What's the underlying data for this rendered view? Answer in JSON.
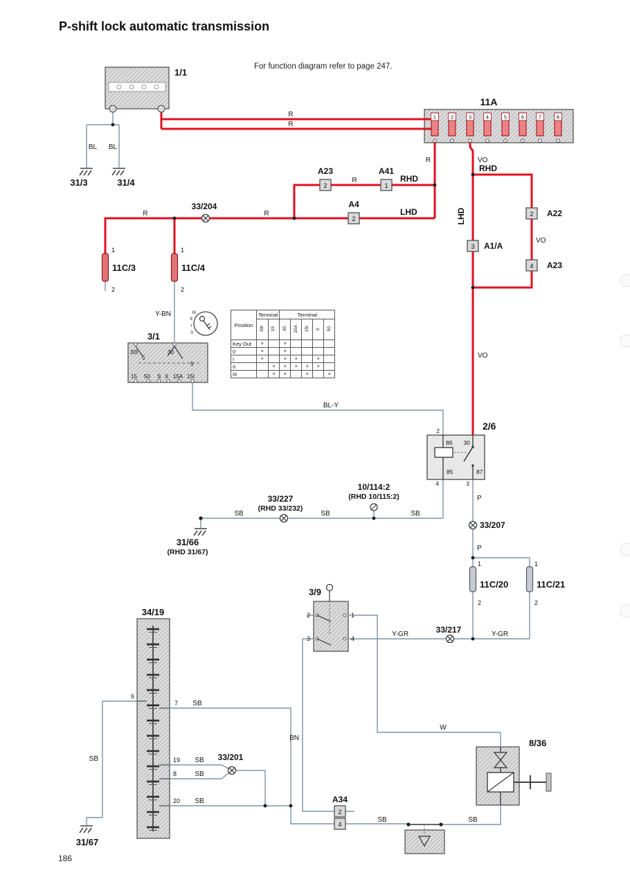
{
  "page": {
    "title": "P-shift lock automatic transmission",
    "note": "For function diagram refer to page 247.",
    "page_number": "186"
  },
  "colors": {
    "wire_red": "#e01020",
    "wire_thin": "#7b93a8",
    "component_fill": "#dcdcdc",
    "connector_red": "#e07575",
    "connector_gray": "#c6cbd0"
  },
  "components": {
    "battery": "1/1",
    "fusebox": "11A",
    "ground1": "31/3",
    "ground2": "31/4",
    "ignition": "3/1",
    "relay": "2/6",
    "selector": "34/19",
    "shiftlock_switch": "3/9",
    "solenoid": "8/36",
    "ground3": "31/66",
    "ground3b": "(RHD 31/67)",
    "ground4": "31/67",
    "conn_11c3": "11C/3",
    "conn_11c4": "11C/4",
    "conn_11c20": "11C/20",
    "conn_11c21": "11C/21",
    "conn_a23_top": "A23",
    "conn_a41": "A41",
    "conn_a4": "A4",
    "conn_a22": "A22",
    "conn_a1a": "A1/A",
    "conn_a23_right": "A23",
    "conn_a34": "A34",
    "splice_33_204": "33/204",
    "splice_33_227": "33/227",
    "splice_33_227b": "(RHD 33/232)",
    "splice_33_207": "33/207",
    "splice_33_217": "33/217",
    "splice_33_201": "33/201",
    "conn_10_114": "10/114:2",
    "conn_10_114b": "(RHD 10/115:2)",
    "rhd": "RHD",
    "lhd": "LHD"
  },
  "wire_labels": {
    "r": "R",
    "bl": "BL",
    "vo": "VO",
    "ybn": "Y-BN",
    "bly": "BL-Y",
    "sb": "SB",
    "p": "P",
    "ygr": "Y-GR",
    "bn": "BN",
    "w": "W"
  },
  "fuses": [
    "1",
    "2",
    "3",
    "4",
    "5",
    "6",
    "7",
    "8"
  ],
  "pins": {
    "n1": "1",
    "n2": "2",
    "n3": "3",
    "n4": "4",
    "n5": "5",
    "n6": "6",
    "n7": "7",
    "n8": "8",
    "n19": "19",
    "n20": "20",
    "t30i": "30I",
    "t15": "15",
    "t30": "30",
    "t15a": "15A",
    "t15i": "15I",
    "ts": "S",
    "tx": "X",
    "t50": "50",
    "t5": "5",
    "r86": "86",
    "r85": "85",
    "r30": "30",
    "r87": "87"
  },
  "key_positions": {
    "p0": "0",
    "p1": "I",
    "p2": "II",
    "p3": "III"
  },
  "ignition_table": {
    "position_header": "Position",
    "terminal_header": "Terminal",
    "terminals": [
      "30I",
      "15",
      "30",
      "15A",
      "15I",
      "S",
      "50"
    ],
    "rows": [
      {
        "position": "Key Out",
        "marks": [
          "×",
          "",
          "×",
          "",
          "",
          "",
          ""
        ]
      },
      {
        "position": "0",
        "marks": [
          "×",
          "",
          "×",
          "",
          "",
          "",
          ""
        ]
      },
      {
        "position": "I",
        "marks": [
          "×",
          "",
          "×",
          "×",
          "",
          "×",
          ""
        ]
      },
      {
        "position": "II",
        "marks": [
          "",
          "×",
          "×",
          "×",
          "×",
          "×",
          ""
        ]
      },
      {
        "position": "III",
        "marks": [
          "",
          "×",
          "×",
          "",
          "×",
          "",
          "×"
        ]
      }
    ]
  }
}
